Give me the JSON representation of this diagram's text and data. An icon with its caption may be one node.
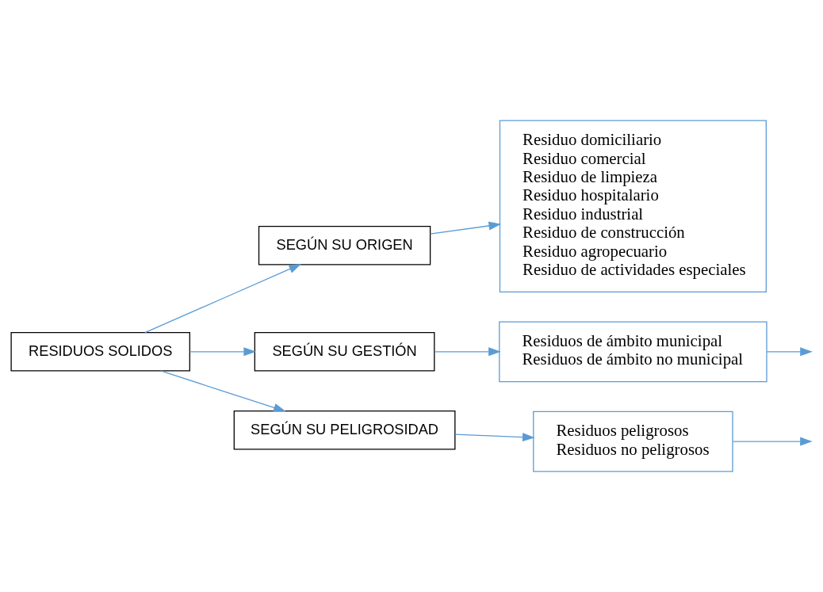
{
  "diagram": {
    "nodes": [
      {
        "text": [
          "RESIDUOS SOLIDOS"
        ]
      },
      {
        "text": [
          "SEGÚN SU ORIGEN"
        ]
      },
      {
        "text": [
          "Residuo domiciliario",
          "Residuo comercial",
          "Residuo de limpieza",
          "Residuo hospitalario",
          "Residuo industrial",
          "Residuo de construcción",
          "Residuo agropecuario",
          "Residuo de actividades especiales"
        ]
      },
      {
        "text": [
          "SEGÚN SU GESTIÓN"
        ]
      },
      {
        "text": [
          "Residuos de ámbito municipal",
          "Residuos de ámbito no municipal"
        ]
      },
      {
        "text": [
          "SEGÚN SU PELIGROSIDAD"
        ]
      },
      {
        "text": [
          "Residuos peligrosos",
          "Residuos no peligrosos"
        ]
      }
    ],
    "edges": [
      {
        "from": 0,
        "to": 1,
        "arrow": "to"
      },
      {
        "from": 0,
        "to": 3,
        "arrow": "to"
      },
      {
        "from": 0,
        "to": 5,
        "arrow": "to"
      },
      {
        "from": 1,
        "to": 2,
        "arrow": "to"
      },
      {
        "from": 3,
        "to": 4,
        "arrow": "to"
      },
      {
        "from": 5,
        "to": 6,
        "arrow": "to"
      },
      {
        "from": 4,
        "to": null,
        "arrow": "to"
      },
      {
        "from": 6,
        "to": null,
        "arrow": "to"
      }
    ]
  }
}
